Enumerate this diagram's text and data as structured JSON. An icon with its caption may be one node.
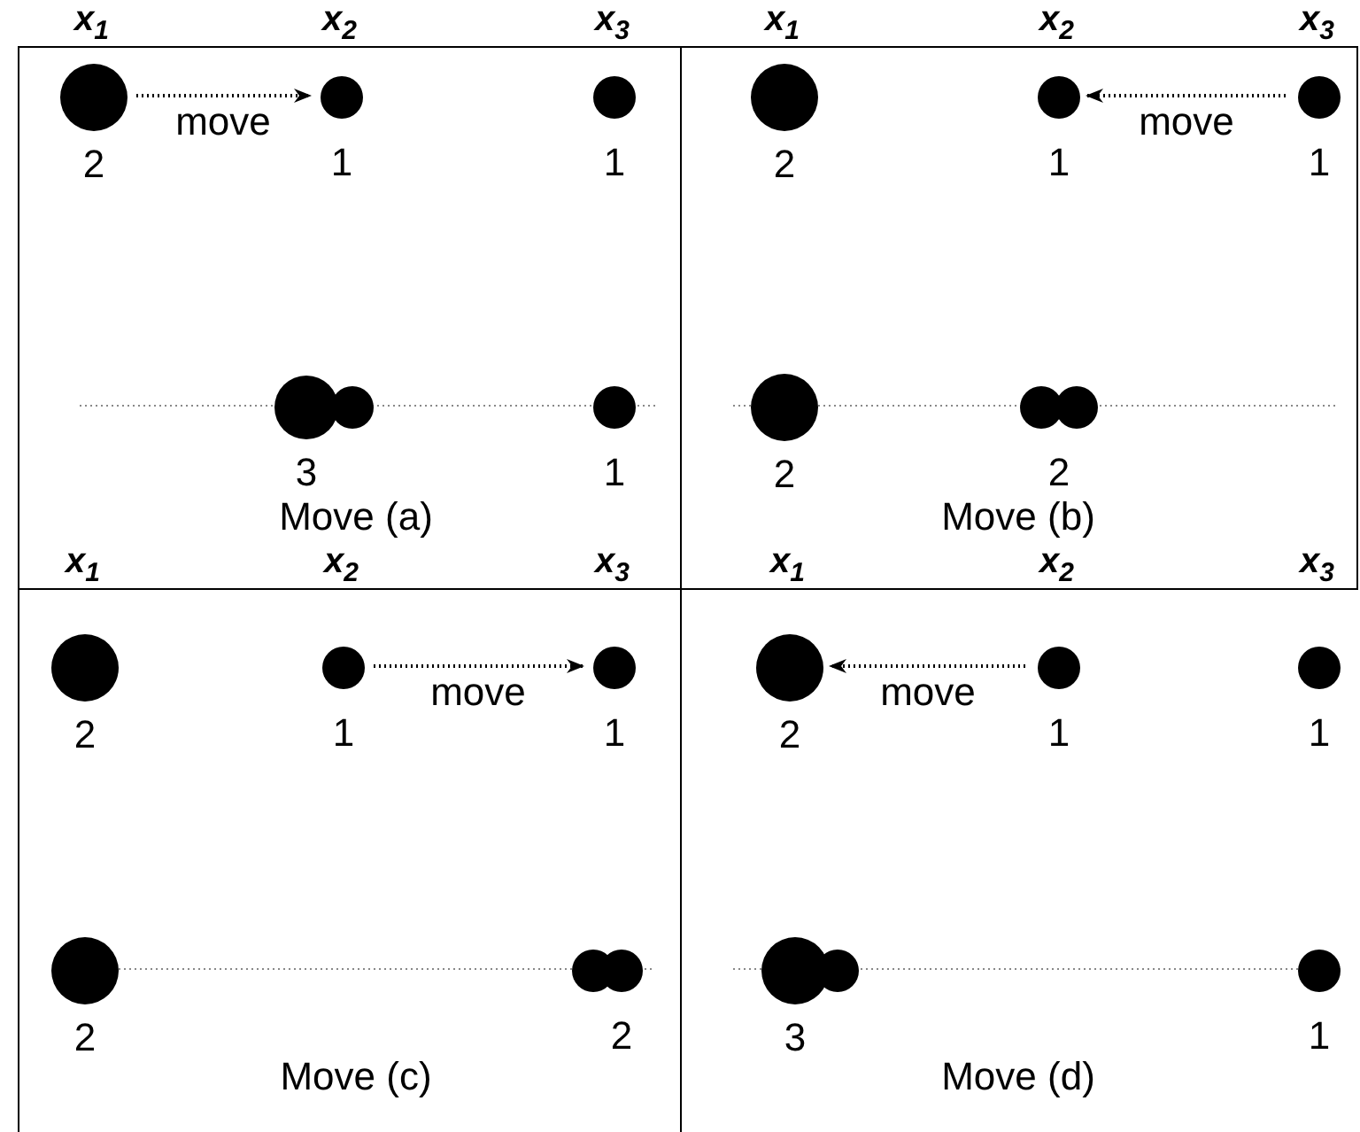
{
  "diagram": {
    "nodes": [
      {
        "text": [
          "Move (a)"
        ]
      },
      {
        "text": [],
        "shape": "circle",
        "in": 0,
        "beside": [
          "2"
        ]
      },
      {
        "text": [],
        "shape": "circle",
        "in": 0,
        "beside": [
          "1"
        ]
      },
      {
        "text": [],
        "shape": "circle",
        "in": 0,
        "beside": [
          "1"
        ]
      },
      {
        "text": [],
        "shape": "circle",
        "in": 0,
        "beside": [
          "3"
        ]
      },
      {
        "text": [],
        "shape": "circle",
        "in": 0
      },
      {
        "text": [],
        "shape": "circle",
        "in": 0,
        "beside": [
          "1"
        ]
      },
      {
        "text": [
          "Move (b)"
        ]
      },
      {
        "text": [],
        "shape": "circle",
        "in": 7,
        "beside": [
          "2"
        ]
      },
      {
        "text": [],
        "shape": "circle",
        "in": 7,
        "beside": [
          "1"
        ]
      },
      {
        "text": [],
        "shape": "circle",
        "in": 7,
        "beside": [
          "1"
        ]
      },
      {
        "text": [],
        "shape": "circle",
        "in": 7,
        "beside": [
          "2"
        ]
      },
      {
        "text": [],
        "shape": "circle",
        "in": 7,
        "beside": [
          "2"
        ]
      },
      {
        "text": [],
        "shape": "circle",
        "in": 7
      },
      {
        "text": [
          "Move (c)"
        ]
      },
      {
        "text": [],
        "shape": "circle",
        "in": 14,
        "beside": [
          "2"
        ]
      },
      {
        "text": [],
        "shape": "circle",
        "in": 14,
        "beside": [
          "1"
        ]
      },
      {
        "text": [],
        "shape": "circle",
        "in": 14,
        "beside": [
          "1"
        ]
      },
      {
        "text": [],
        "shape": "circle",
        "in": 14,
        "beside": [
          "2"
        ]
      },
      {
        "text": [],
        "shape": "circle",
        "in": 14
      },
      {
        "text": [],
        "shape": "circle",
        "in": 14,
        "beside": [
          "2"
        ]
      },
      {
        "text": [
          "Move (d)"
        ]
      },
      {
        "text": [],
        "shape": "circle",
        "in": 21,
        "beside": [
          "2"
        ]
      },
      {
        "text": [],
        "shape": "circle",
        "in": 21,
        "beside": [
          "1"
        ]
      },
      {
        "text": [],
        "shape": "circle",
        "in": 21,
        "beside": [
          "1"
        ]
      },
      {
        "text": [],
        "shape": "circle",
        "in": 21,
        "beside": [
          "3"
        ]
      },
      {
        "text": [],
        "shape": "circle",
        "in": 21
      },
      {
        "text": [],
        "shape": "circle",
        "in": 21,
        "beside": [
          "1"
        ]
      }
    ],
    "edges": [
      {
        "from": 1,
        "to": 2,
        "arrow": "to",
        "label": "move",
        "style": "dashed"
      },
      {
        "from": 10,
        "to": 9,
        "arrow": "to",
        "label": "move",
        "style": "dashed"
      },
      {
        "from": 16,
        "to": 17,
        "arrow": "to",
        "label": "move",
        "style": "dashed"
      },
      {
        "from": 23,
        "to": 22,
        "arrow": "to",
        "label": "move",
        "style": "dashed"
      }
    ],
    "labels": [
      "x$_{1}$",
      "x$_{2}$",
      "x$_{3}$",
      "x$_{1}$",
      "x$_{2}$",
      "x$_{3}$",
      "x$_{1}$",
      "x$_{2}$",
      "x$_{3}$",
      "x$_{1}$",
      "x$_{2}$",
      "x$_{3}$"
    ]
  }
}
